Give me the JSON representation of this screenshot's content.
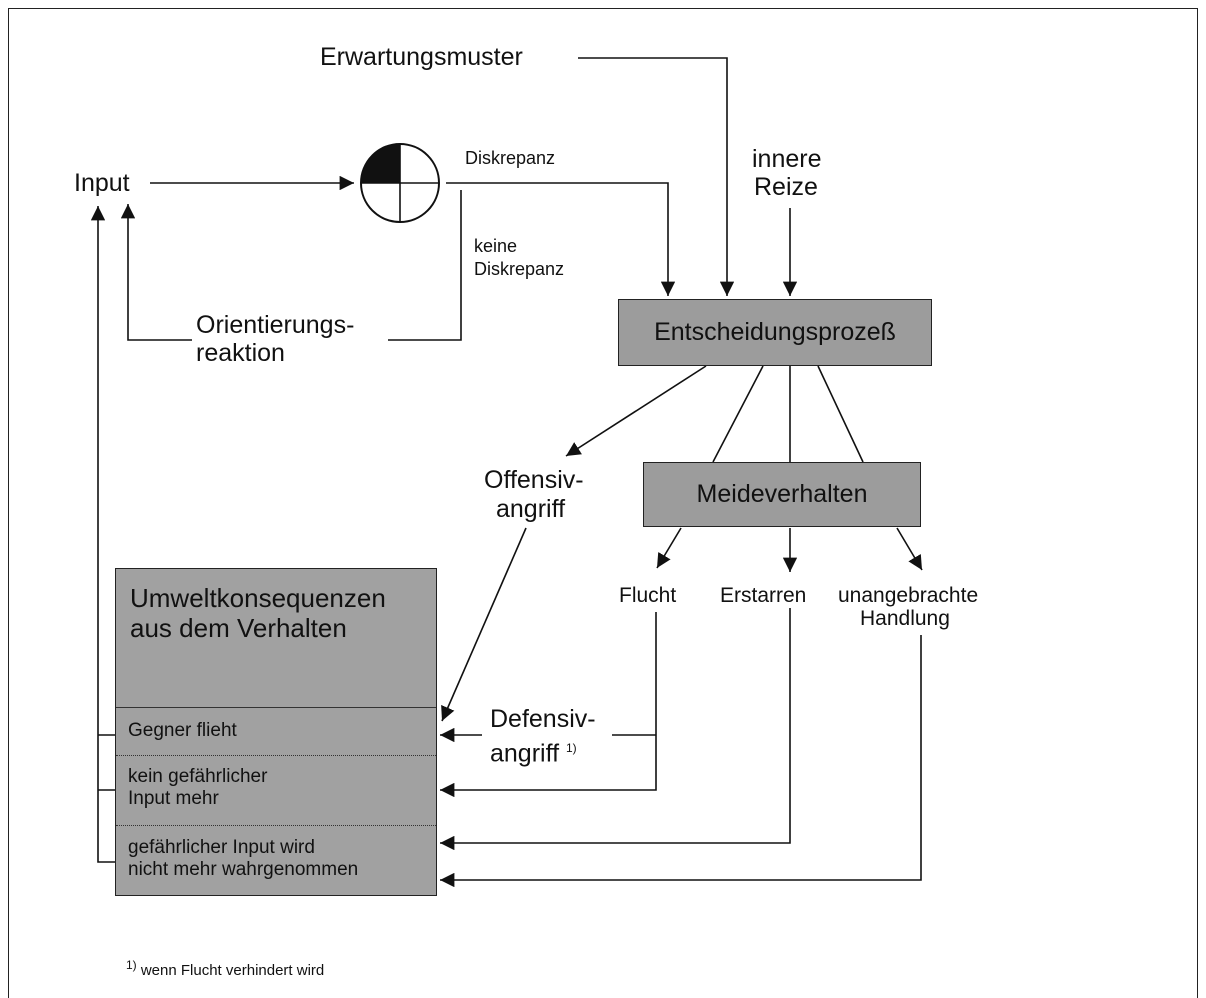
{
  "nodes": {
    "erwartungsmuster": "Erwartungsmuster",
    "input": "Input",
    "diskrepanz": "Diskrepanz",
    "keine_diskrepanz_1": "keine",
    "keine_diskrepanz_2": "Diskrepanz",
    "innere_reize_1": "innere",
    "innere_reize_2": "Reize",
    "orientierung_1": "Orientierungs-",
    "orientierung_2": "reaktion",
    "entscheidung": "Entscheidungsprozeß",
    "offensiv_1": "Offensiv-",
    "offensiv_2": "angriff",
    "meideverhalten": "Meideverhalten",
    "flucht": "Flucht",
    "erstarren": "Erstarren",
    "unangebracht_1": "unangebrachte",
    "unangebracht_2": "Handlung",
    "defensiv_1": "Defensiv-",
    "defensiv_2": "angriff",
    "defensiv_note": "1)"
  },
  "environment": {
    "title_1": "Umweltkonsequenzen",
    "title_2": "aus dem Verhalten",
    "row1": "Gegner flieht",
    "row2_1": "kein gefährlicher",
    "row2_2": "Input mehr",
    "row3_1": "gefährlicher Input wird",
    "row3_2": "nicht mehr wahrgenommen"
  },
  "footnote": {
    "mark": "1)",
    "text": "wenn Flucht verhindert wird"
  }
}
